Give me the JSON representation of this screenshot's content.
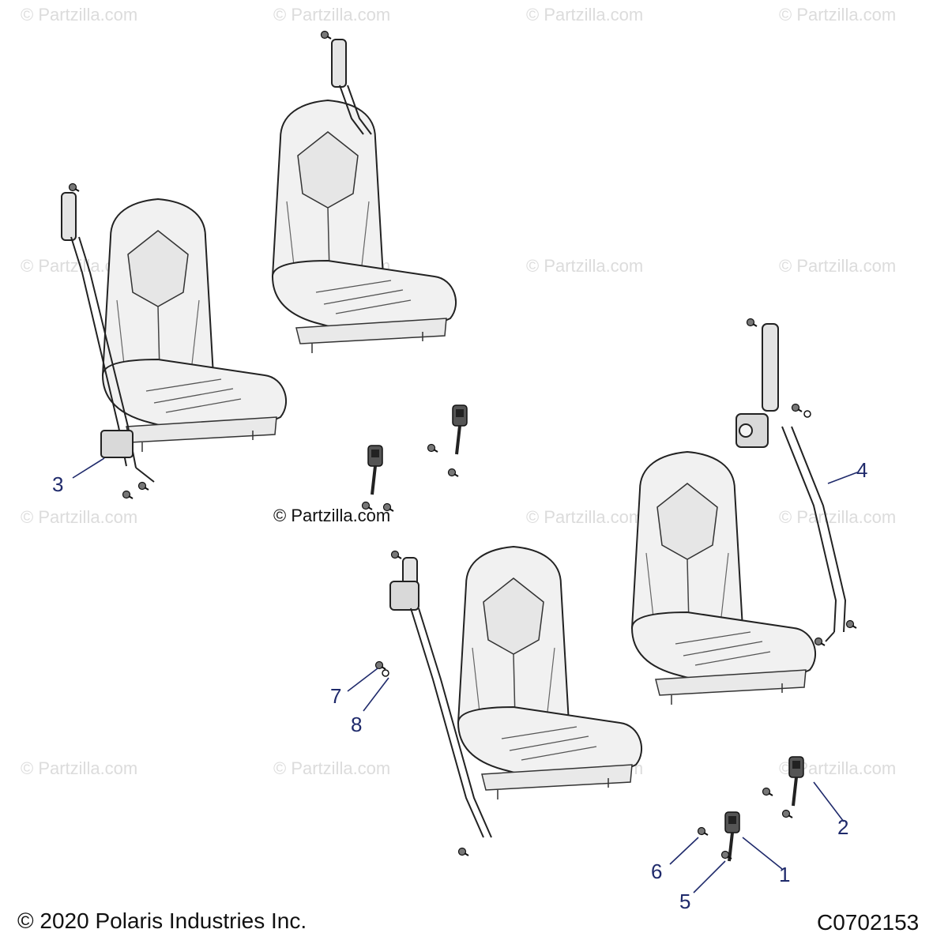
{
  "watermark": "© Partzilla.com",
  "center_credit": "© Partzilla.com",
  "copyright": "© 2020 Polaris Industries Inc.",
  "drawing_code": "C0702153",
  "callouts": {
    "c1": "1",
    "c2": "2",
    "c3": "3",
    "c4": "4",
    "c5": "5",
    "c6": "6",
    "c7": "7",
    "c8": "8"
  },
  "colors": {
    "callout": "#1f2a6b",
    "seat_fill": "#f1f1f1",
    "line": "#222222",
    "watermark": "#dcdcdc"
  }
}
